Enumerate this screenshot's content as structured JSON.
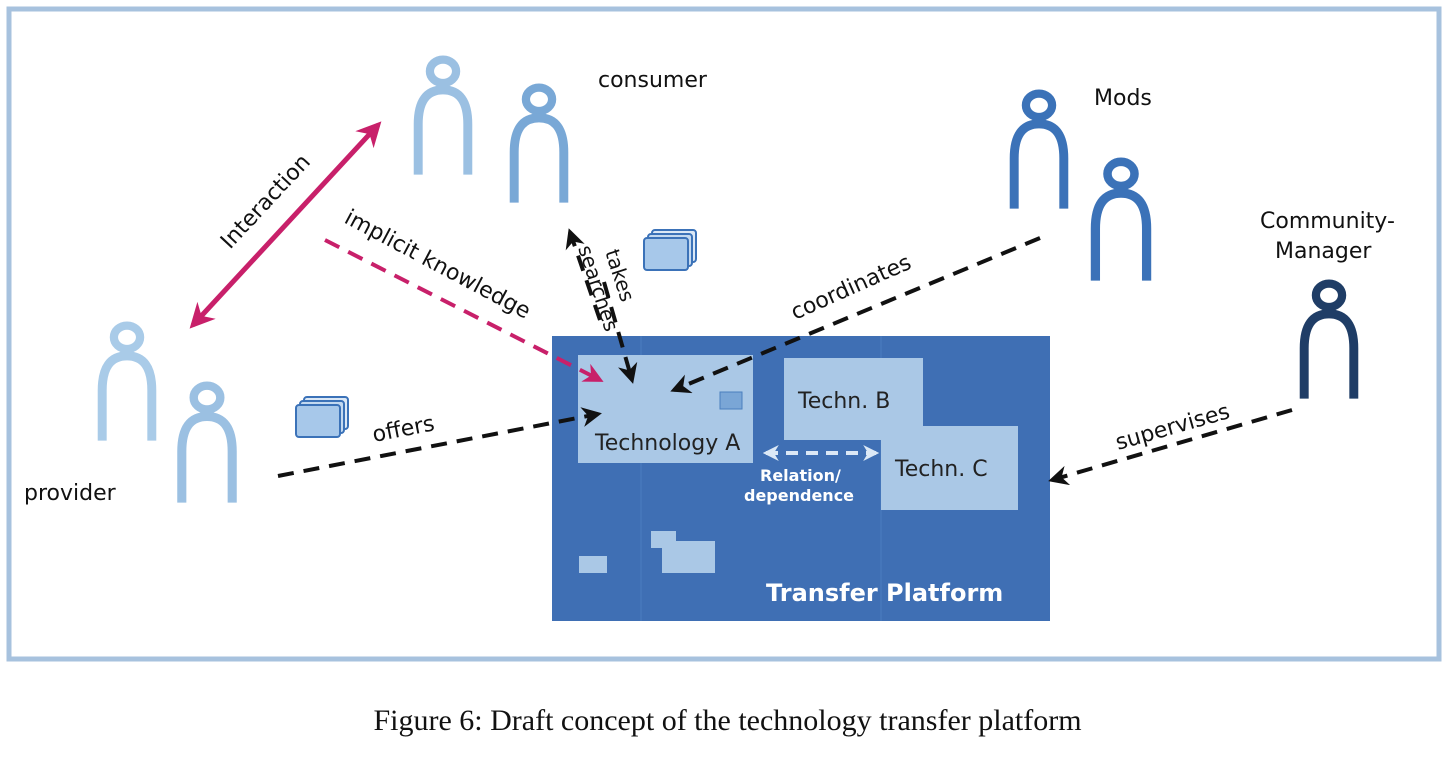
{
  "colors": {
    "frame_border": "#a7c2de",
    "platform": "#3f6fb4",
    "tech_box": "#aac8e6",
    "person_light": "#9bc0e2",
    "person_medium": "#79a8d6",
    "person_mods": "#3b72b8",
    "person_manager": "#1f3d66",
    "interaction": "#c8206a",
    "arrow_dark": "#111111"
  },
  "actors": {
    "consumer": "consumer",
    "mods": "Mods",
    "manager_line1": "Community-",
    "manager_line2": "Manager",
    "provider": "provider"
  },
  "relations": {
    "interaction": "Interaction",
    "implicit_knowledge": "implicit knowledge",
    "takes": "takes",
    "searches": "searches",
    "coordinates": "coordinates",
    "offers": "offers",
    "supervises": "supervises",
    "relation_line1": "Relation/",
    "relation_line2": "dependence"
  },
  "platform": {
    "title": "Transfer Platform",
    "tech_a": "Technology A",
    "tech_b": "Techn. B",
    "tech_c": "Techn. C"
  },
  "caption": "Figure 6: Draft concept of the technology transfer platform"
}
